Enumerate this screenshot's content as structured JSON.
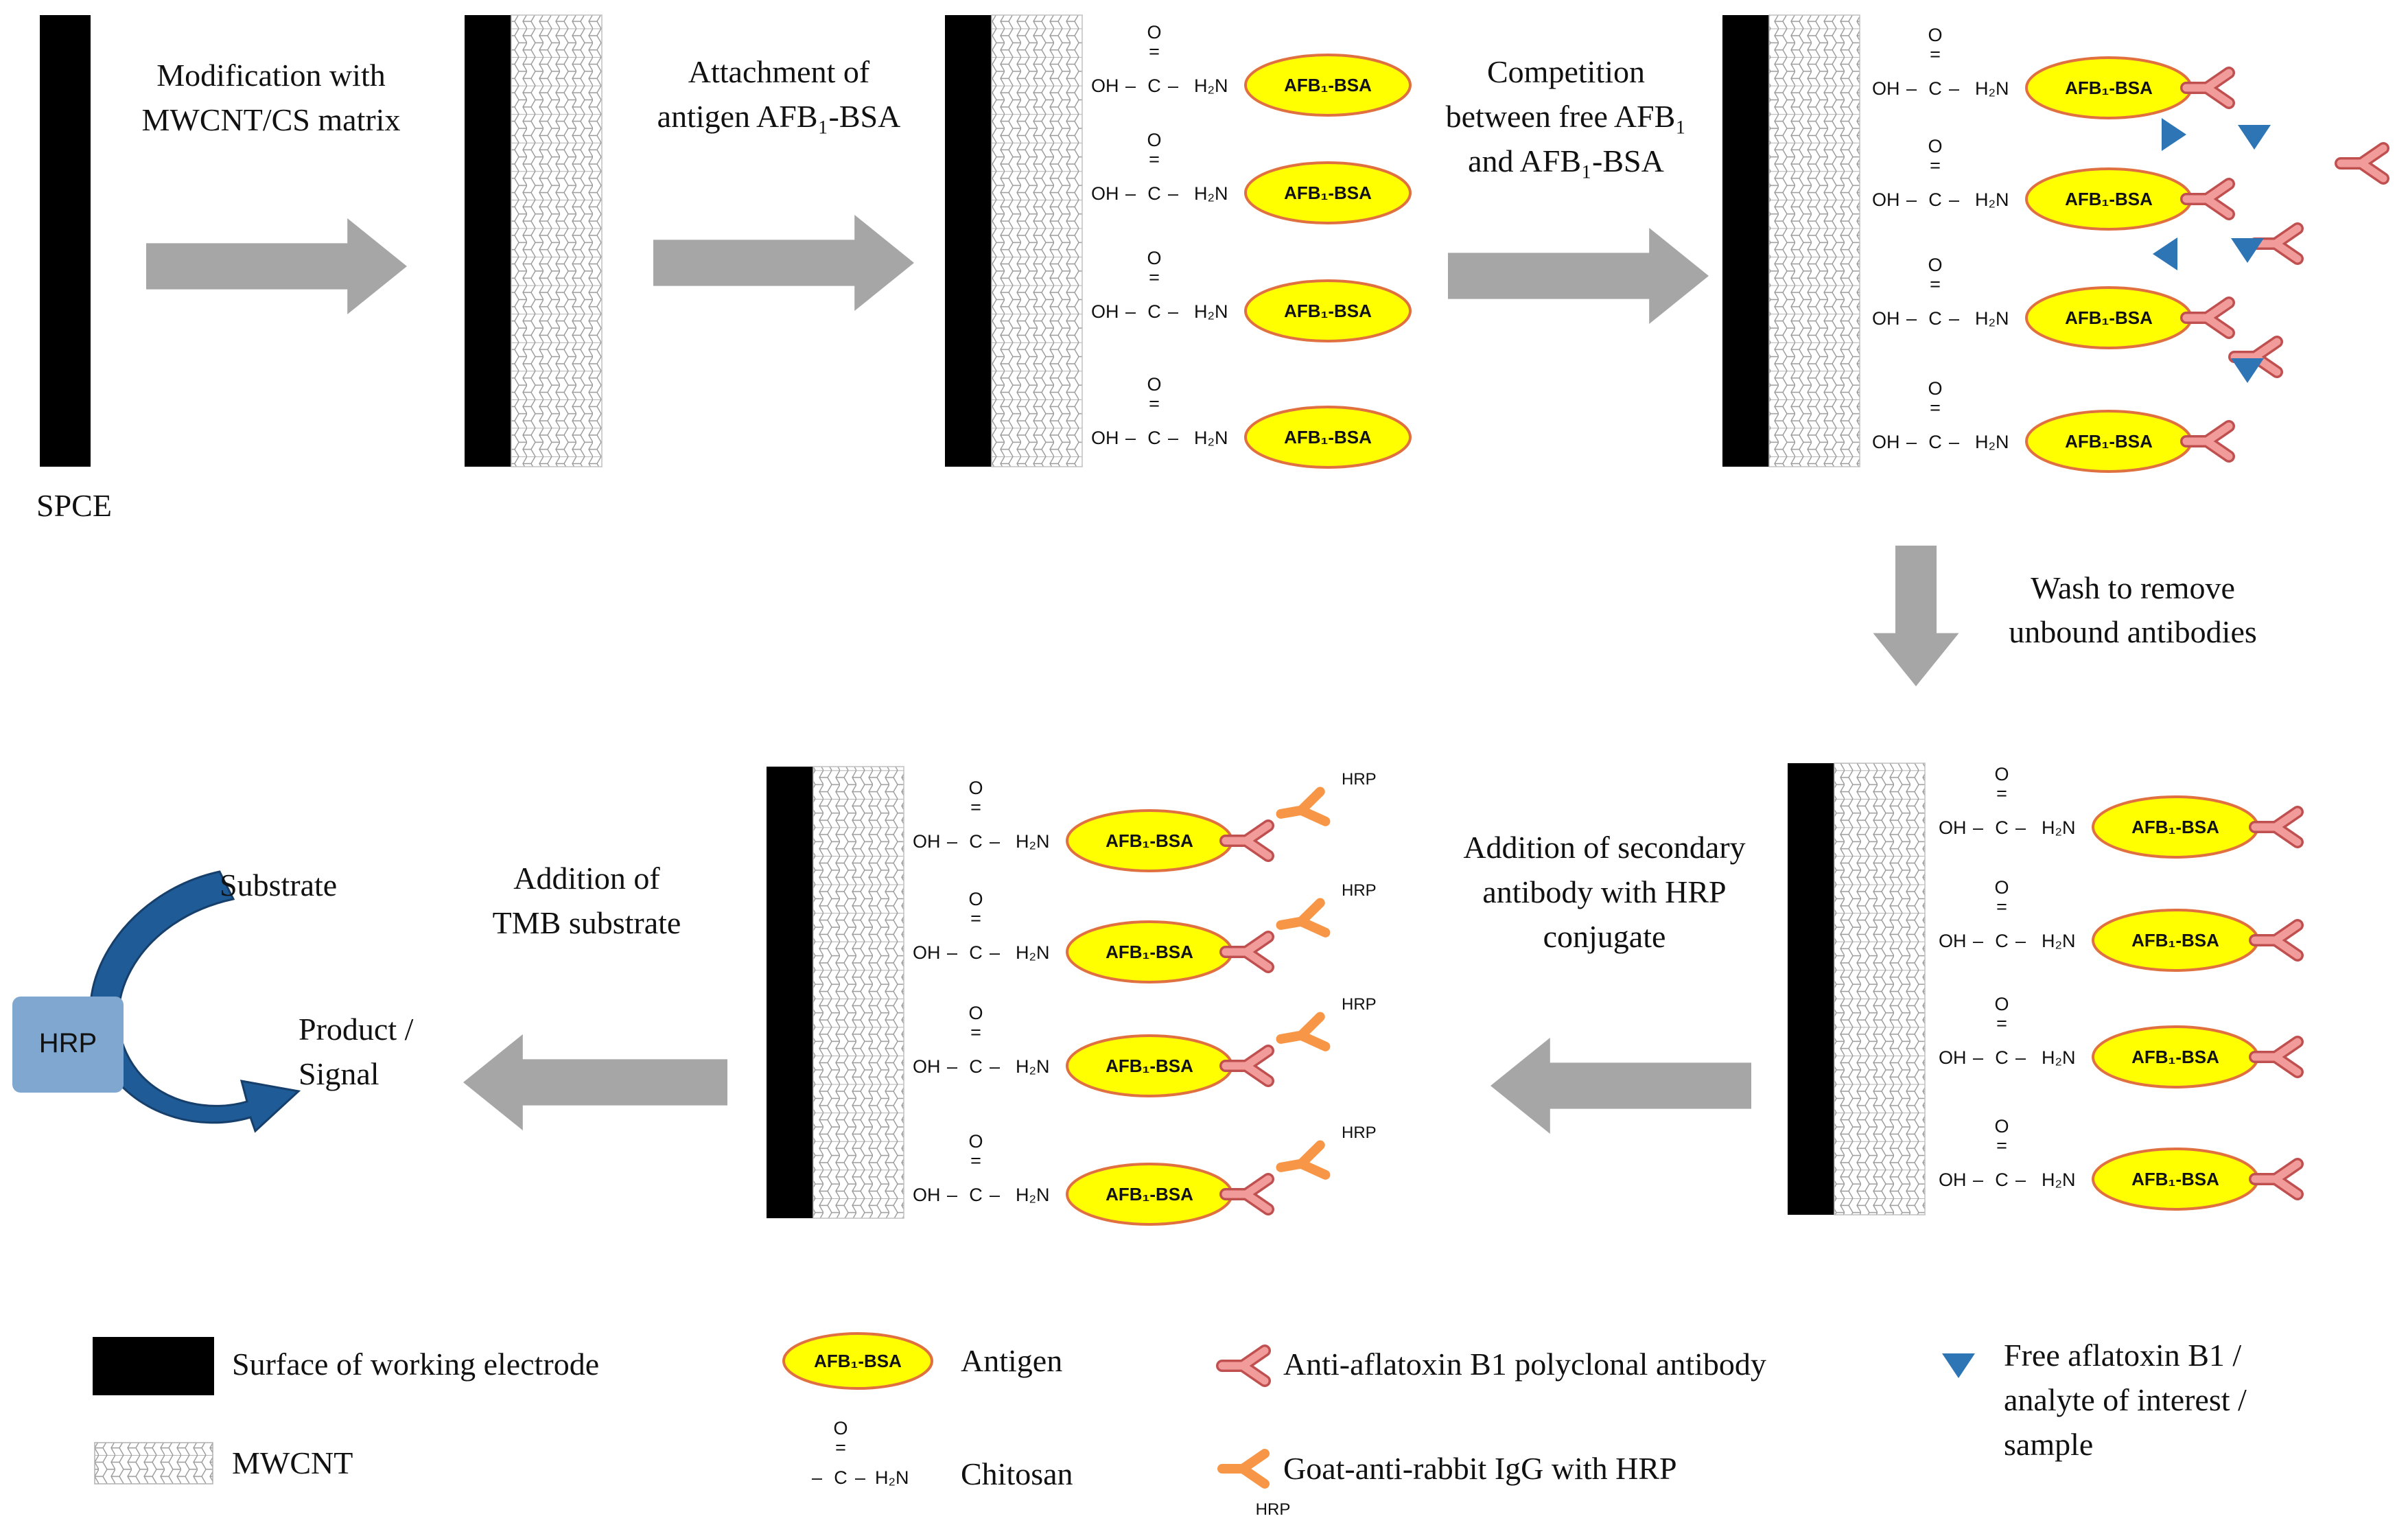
{
  "steps": {
    "s1": [
      "Modification with",
      "MWCNT/CS matrix"
    ],
    "s2": [
      "Attachment of",
      "antigen AFB₁-BSA"
    ],
    "s3": [
      "Competition",
      "between free AFB₁",
      "and AFB₁-BSA"
    ],
    "s4": [
      "Wash to remove",
      "unbound antibodies"
    ],
    "s5": [
      "Addition of secondary",
      "antibody with HRP",
      "conjugate"
    ],
    "s6": [
      "Addition of",
      "TMB substrate"
    ]
  },
  "electrode_label": "SPCE",
  "chem": {
    "oh": "OH",
    "c": "C",
    "o": "O",
    "h2n": "H₂N",
    "dash": "–",
    "double_bond": "="
  },
  "antigen_label": "AFB₁-BSA",
  "hrp_tag": "HRP",
  "enzyme": {
    "label": "HRP",
    "substrate": "Substrate",
    "product": [
      "Product /",
      "Signal"
    ]
  },
  "legend": {
    "electrode": "Surface of working electrode",
    "mwcnt": "MWCNT",
    "antigen": "Antigen",
    "chitosan": "Chitosan",
    "primary_ab": "Anti-aflatoxin B1 polyclonal antibody",
    "secondary_ab": "Goat-anti-rabbit IgG with HRP",
    "free_afb1": [
      "Free aflatoxin B1 /",
      "analyte of interest /",
      "sample"
    ]
  },
  "colors": {
    "electrode": "#000000",
    "arrow": "#a6a6a6",
    "antigen_fill": "#ffff00",
    "antigen_stroke": "#e07040",
    "primary_ab": "#f08080",
    "secondary_ab": "#f79646",
    "triangle": "#2e75b6",
    "hrp_box": "#7fa7d0",
    "curve_arrow": "#1f5b96"
  }
}
